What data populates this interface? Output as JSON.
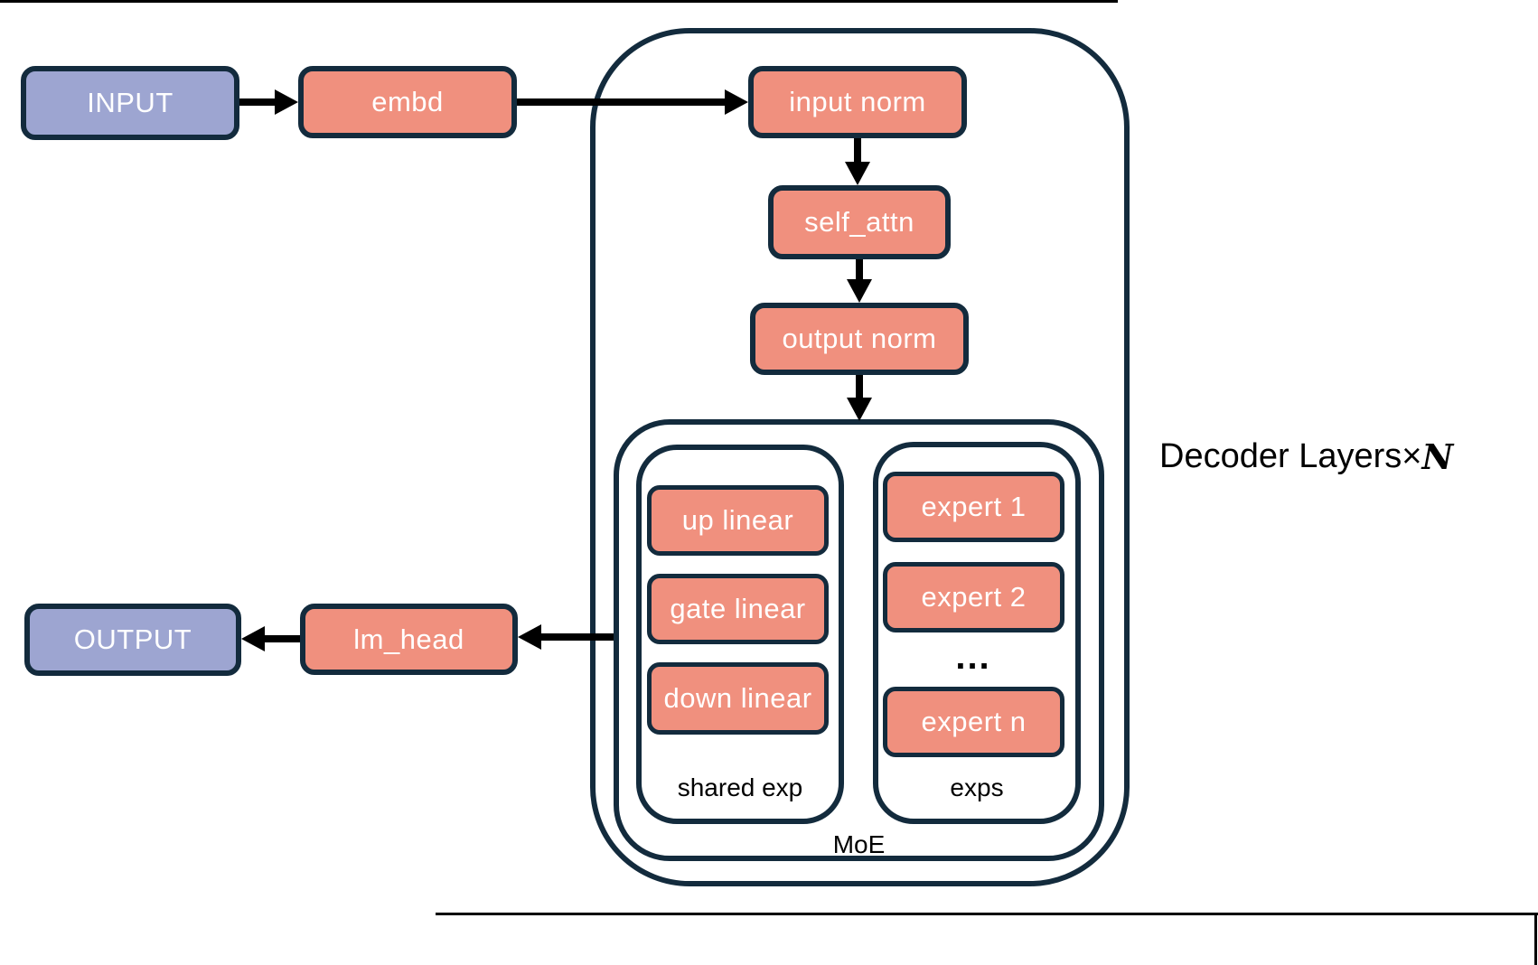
{
  "colors": {
    "salmon": "#F0907E",
    "purple": "#9DA5D1",
    "ink": "#132B3D",
    "arrow": "#000000",
    "canvas-bg": "#FFFFFF",
    "node-text": "#FFFFFF",
    "label-text": "#000000"
  },
  "nodes": {
    "input": "INPUT",
    "embd": "embd",
    "input_norm": "input norm",
    "self_attn": "self_attn",
    "output_norm": "output norm",
    "up_linear": "up linear",
    "gate_linear": "gate linear",
    "down_linear": "down linear",
    "expert_1": "expert 1",
    "expert_2": "expert 2",
    "experts_ellipsis": "...",
    "expert_n": "expert n",
    "lm_head": "lm_head",
    "output": "OUTPUT"
  },
  "labels": {
    "shared_exp": "shared exp",
    "exps": "exps",
    "moe": "MoE",
    "decoder_layers_prefix": "Decoder Layers×",
    "decoder_layers_n": "N"
  }
}
